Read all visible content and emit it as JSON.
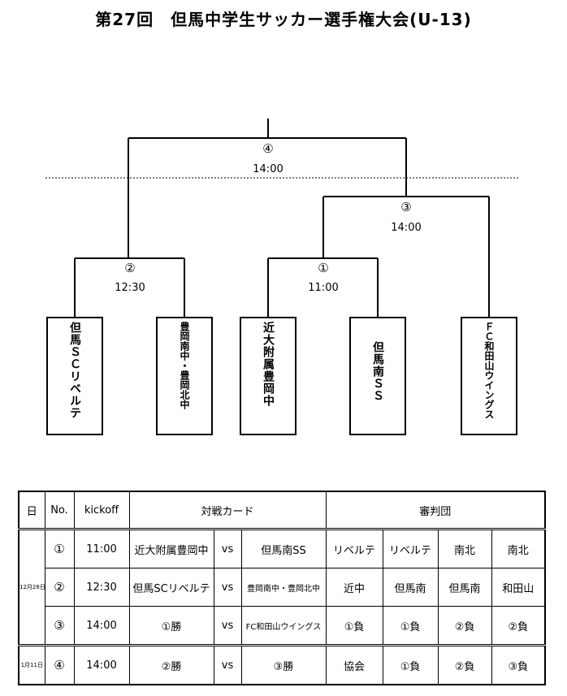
{
  "title": "第27回　但馬中学生サッカー選手権大会(U-13)",
  "bracket": {
    "matches": [
      {
        "label": "④",
        "time": "14:00"
      },
      {
        "label": "③",
        "time": "14:00"
      },
      {
        "label": "②",
        "time": "12:30"
      },
      {
        "label": "①",
        "time": "11:00"
      }
    ],
    "teams": [
      "但馬ＳＣリベルテ",
      "豊岡南中・豊岡北中",
      "近大附属豊岡中",
      "但馬南ＳＳ",
      "ＦＣ和田山ウイングス"
    ]
  },
  "schedule": {
    "headers": {
      "day": "日",
      "no": "No.",
      "kickoff": "kickoff",
      "card": "対戦カード",
      "referee": "審判団"
    },
    "dates": [
      "12月28日",
      "1月11日"
    ],
    "rows": [
      {
        "no": "①",
        "time": "11:00",
        "home": "近大附属豊岡中",
        "vs": "vs",
        "away": "但馬南SS",
        "refs": [
          "リベルテ",
          "リベルテ",
          "南北",
          "南北"
        ]
      },
      {
        "no": "②",
        "time": "12:30",
        "home": "但馬SCリベルテ",
        "vs": "vs",
        "away": "豊岡南中・豊岡北中",
        "refs": [
          "近中",
          "但馬南",
          "但馬南",
          "和田山"
        ]
      },
      {
        "no": "③",
        "time": "14:00",
        "home": "①勝",
        "vs": "vs",
        "away": "FC和田山ウイングス",
        "refs": [
          "①負",
          "①負",
          "②負",
          "②負"
        ]
      },
      {
        "no": "④",
        "time": "14:00",
        "home": "②勝",
        "vs": "vs",
        "away": "③勝",
        "refs": [
          "協会",
          "①負",
          "②負",
          "③負"
        ]
      }
    ]
  }
}
